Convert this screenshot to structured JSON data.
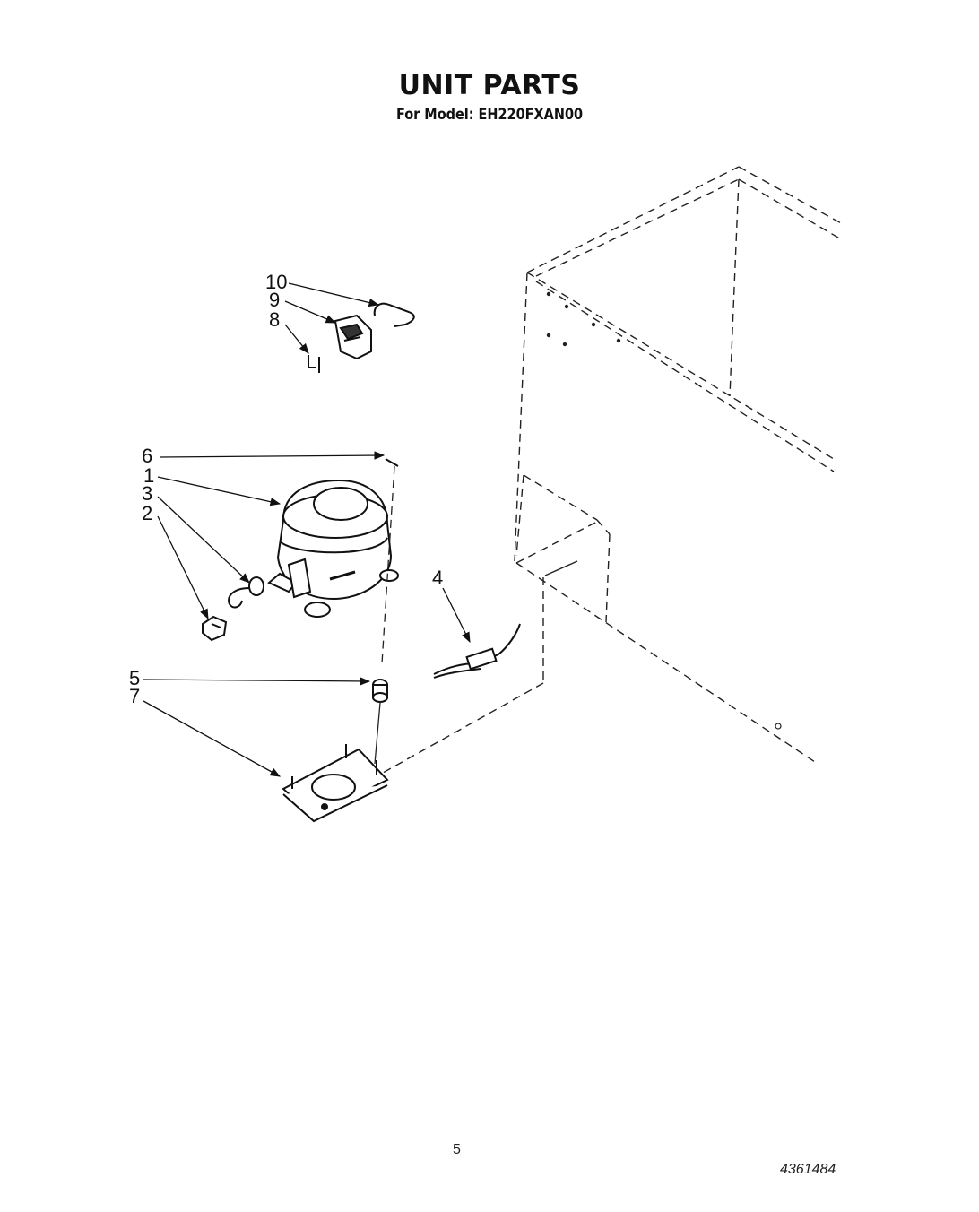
{
  "header": {
    "title": "UNIT PARTS",
    "model_line": "For Model: EH220FXAN00"
  },
  "callouts": [
    {
      "id": "10",
      "label": "10"
    },
    {
      "id": "9",
      "label": "9"
    },
    {
      "id": "8",
      "label": "8"
    },
    {
      "id": "6",
      "label": "6"
    },
    {
      "id": "1",
      "label": "1"
    },
    {
      "id": "3",
      "label": "3"
    },
    {
      "id": "2",
      "label": "2"
    },
    {
      "id": "4",
      "label": "4"
    },
    {
      "id": "5",
      "label": "5"
    },
    {
      "id": "7",
      "label": "7"
    }
  ],
  "footer": {
    "page_number": "5",
    "document_number": "4361484"
  }
}
